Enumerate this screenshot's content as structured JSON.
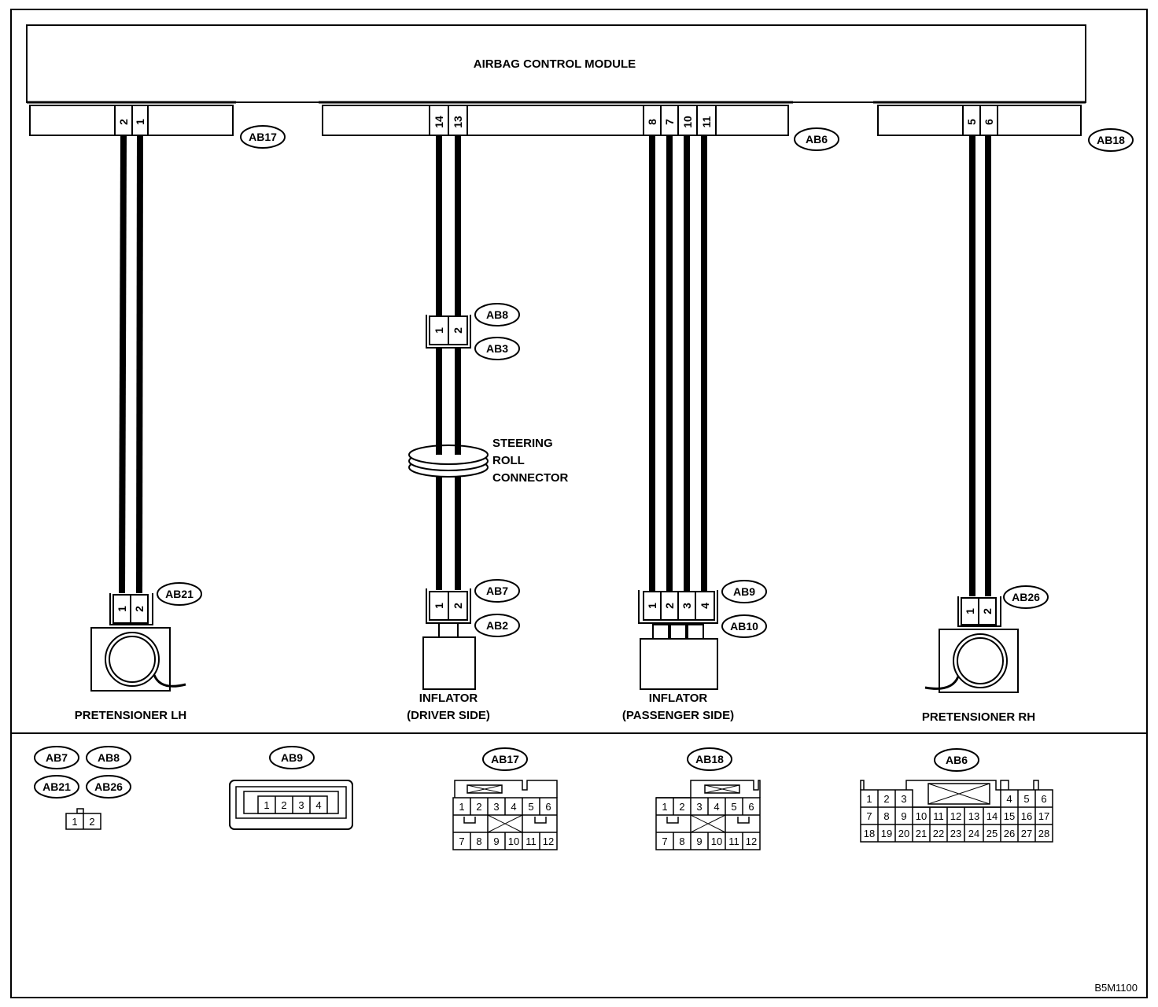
{
  "module": {
    "title": "AIRBAG CONTROL MODULE",
    "connectors": [
      {
        "id": "AB17",
        "pins": [
          "2",
          "1"
        ]
      },
      {
        "id": "AB6",
        "pins": [
          "14",
          "13",
          "8",
          "7",
          "10",
          "11"
        ]
      },
      {
        "id": "AB18",
        "pins": [
          "5",
          "6"
        ]
      }
    ]
  },
  "components": {
    "pretensioner_lh": {
      "label": "PRETENSIONER LH",
      "connector": "AB21",
      "pins": [
        "1",
        "2"
      ]
    },
    "steering_roll_connector": {
      "label_lines": [
        "STEERING",
        "ROLL",
        "CONNECTOR"
      ],
      "upper_connectors": [
        "AB8",
        "AB3"
      ],
      "pins": [
        "1",
        "2"
      ]
    },
    "inflator_driver": {
      "label_lines": [
        "INFLATOR",
        "(DRIVER SIDE)"
      ],
      "connectors": [
        "AB7",
        "AB2"
      ],
      "pins": [
        "1",
        "2"
      ]
    },
    "inflator_passenger": {
      "label_lines": [
        "INFLATOR",
        "(PASSENGER SIDE)"
      ],
      "connectors": [
        "AB9",
        "AB10"
      ],
      "pins": [
        "1",
        "2",
        "3",
        "4"
      ]
    },
    "pretensioner_rh": {
      "label": "PRETENSIONER RH",
      "connector": "AB26",
      "pins": [
        "1",
        "2"
      ]
    }
  },
  "connector_views": [
    {
      "ids": [
        "AB7",
        "AB8",
        "AB21",
        "AB26"
      ],
      "cells": [
        "1",
        "2"
      ]
    },
    {
      "ids": [
        "AB9"
      ],
      "cells": [
        "1",
        "2",
        "3",
        "4"
      ]
    },
    {
      "ids": [
        "AB17"
      ],
      "rows": [
        [
          "1",
          "2",
          "3",
          "4",
          "5",
          "6"
        ],
        [
          "7",
          "8",
          "9",
          "10",
          "11",
          "12"
        ]
      ]
    },
    {
      "ids": [
        "AB18"
      ],
      "rows": [
        [
          "1",
          "2",
          "3",
          "4",
          "5",
          "6"
        ],
        [
          "7",
          "8",
          "9",
          "10",
          "11",
          "12"
        ]
      ]
    },
    {
      "ids": [
        "AB6"
      ],
      "rows": [
        [
          "1",
          "2",
          "3",
          "4",
          "5",
          "6"
        ],
        [
          "7",
          "8",
          "9",
          "10",
          "11",
          "12",
          "13",
          "14",
          "15",
          "16",
          "17"
        ],
        [
          "18",
          "19",
          "20",
          "21",
          "22",
          "23",
          "24",
          "25",
          "26",
          "27",
          "28"
        ]
      ]
    }
  ],
  "figure_code": "B5M1100"
}
